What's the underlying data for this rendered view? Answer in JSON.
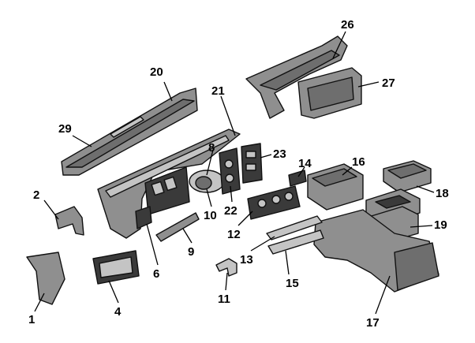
{
  "callouts": [
    {
      "id": "1",
      "label": "1"
    },
    {
      "id": "2",
      "label": "2"
    },
    {
      "id": "4",
      "label": "4"
    },
    {
      "id": "6",
      "label": "6"
    },
    {
      "id": "8",
      "label": "8"
    },
    {
      "id": "9",
      "label": "9"
    },
    {
      "id": "10",
      "label": "10"
    },
    {
      "id": "11",
      "label": "11"
    },
    {
      "id": "12",
      "label": "12"
    },
    {
      "id": "13",
      "label": "13"
    },
    {
      "id": "14",
      "label": "14"
    },
    {
      "id": "15",
      "label": "15"
    },
    {
      "id": "16",
      "label": "16"
    },
    {
      "id": "17",
      "label": "17"
    },
    {
      "id": "18",
      "label": "18"
    },
    {
      "id": "19",
      "label": "19"
    },
    {
      "id": "20",
      "label": "20"
    },
    {
      "id": "21",
      "label": "21"
    },
    {
      "id": "22",
      "label": "22"
    },
    {
      "id": "23",
      "label": "23"
    },
    {
      "id": "26",
      "label": "26"
    },
    {
      "id": "27",
      "label": "27"
    },
    {
      "id": "29",
      "label": "29"
    }
  ]
}
